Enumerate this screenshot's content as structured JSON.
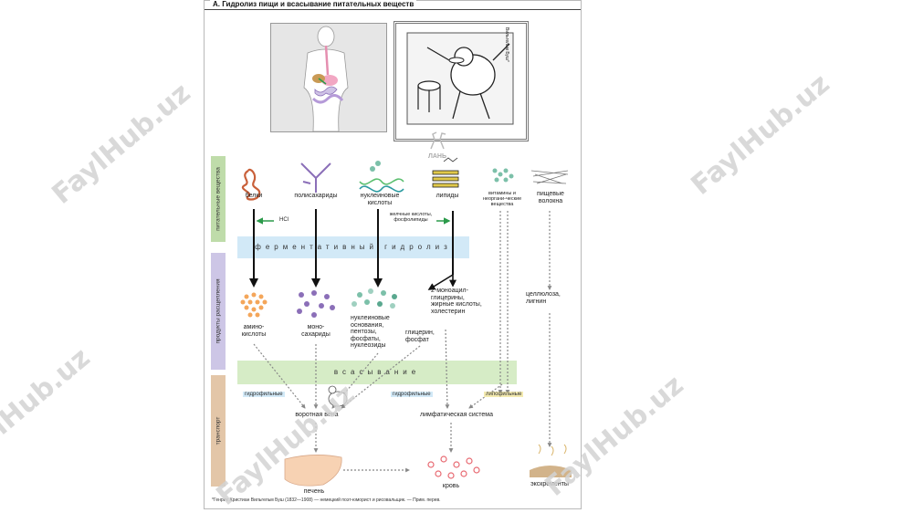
{
  "title": "А. Гидролиз пищи и всасывание питательных веществ",
  "side_tabs": [
    {
      "label": "питательные вещества",
      "color": "#bfdcaa"
    },
    {
      "label": "продукты расщепления",
      "color": "#cdc6e6"
    },
    {
      "label": "транспорт",
      "color": "#e3c6a8"
    }
  ],
  "illustration_caption": "Вильгельм Буш*",
  "publisher_logo": "ЛАНЬ",
  "nutrients": [
    {
      "label": "белки"
    },
    {
      "label": "полисахариды"
    },
    {
      "label": "нуклеиновые кислоты"
    },
    {
      "label": "липиды"
    },
    {
      "label": "витамины и неоргани-ческие вещества"
    },
    {
      "label": "пищевые волокна"
    }
  ],
  "hcl_label": "HCl",
  "bile_label": "желчные кислоты, фосфолипиды",
  "hydrolysis_label": "ферментативный гидролиз",
  "products": [
    {
      "label": "амино-кислоты"
    },
    {
      "label": "моно-сахариды"
    },
    {
      "label": "нуклеиновые основания, пентозы, фосфаты, нуклеозиды"
    },
    {
      "label": "2-моноацил-глицерины, жирные кислоты, холестерин"
    },
    {
      "label": "глицерин, фосфат"
    },
    {
      "label": "целлюлоза, лигнин"
    }
  ],
  "absorption_label": "всасывание",
  "transport_tags": {
    "hydrophilic_left": "гидрофильные",
    "hydrophilic_right": "гидрофильные",
    "lipophilic": "липофильные"
  },
  "routes": {
    "portal_vein": "воротная вена",
    "lymphatic": "лимфатическая система"
  },
  "destinations": {
    "liver": "печень",
    "blood": "кровь",
    "feces": "экскременты"
  },
  "footnote": "*Генрих Христиан Вильгельм Буш (1832—1908) — немецкий поэт-юморист и рисовальщик. — Прим. перев.",
  "watermark": "FaylHub.uz",
  "colors": {
    "arrow_green": "#2b9a4a",
    "band_blue": "#d2e9f7",
    "band_green": "#d6ecc6",
    "amino": "#f4a65a",
    "mono": "#8b6fb8",
    "nucleo": "#7cc0a9",
    "lipid_y": "#e0c84a",
    "liver": "#f7d2b3",
    "blood": "#e86a72"
  }
}
